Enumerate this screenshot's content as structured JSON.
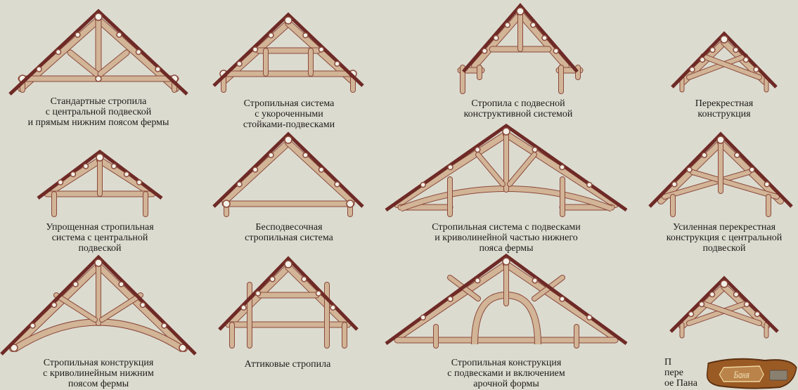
{
  "title": "Типы стропильных конструкций",
  "colors": {
    "background": "#dcdbd0",
    "roof": "#6e2a26",
    "timber": "#d2b496",
    "timber_outline": "#8a4a3c"
  },
  "diagrams": [
    {
      "id": "standard",
      "caption": [
        "Стандартные стропила",
        "с центральной подвеской",
        "и прямым нижним поясом фермы"
      ]
    },
    {
      "id": "short-posts",
      "caption": [
        "Стропильная система",
        "с укороченными",
        "стойками-подвесками"
      ]
    },
    {
      "id": "suspended",
      "caption": [
        "Стропила с подвесной",
        "конструктивной системой"
      ]
    },
    {
      "id": "cross",
      "caption": [
        "Перекрестная",
        "конструкция"
      ]
    },
    {
      "id": "simplified",
      "caption": [
        "Упрощенная стропильная",
        "система с центральной",
        "подвеской"
      ]
    },
    {
      "id": "no-suspension",
      "caption": [
        "Бесподвесочная",
        "стропильная система"
      ]
    },
    {
      "id": "curved-suspensions",
      "caption": [
        "Стропильная система с подвесками",
        "и криволинейной частью нижнего",
        "пояса фермы"
      ]
    },
    {
      "id": "reinforced-cross",
      "caption": [
        "Усиленная перекрестная",
        "конструкция с центральной",
        "подвеской"
      ]
    },
    {
      "id": "curved-bottom",
      "caption": [
        "Стропильная конструкция",
        "с криволинейным нижним",
        "поясом фермы"
      ]
    },
    {
      "id": "attic",
      "caption": [
        "Аттиковые стропила"
      ]
    },
    {
      "id": "arched",
      "caption": [
        "Стропильная конструкция",
        "с подвесками и включением",
        "арочной формы"
      ]
    },
    {
      "id": "obscured",
      "caption": [
        "П",
        "пере",
        "ое  Пана"
      ]
    }
  ],
  "logo": {
    "text": "Баня"
  }
}
